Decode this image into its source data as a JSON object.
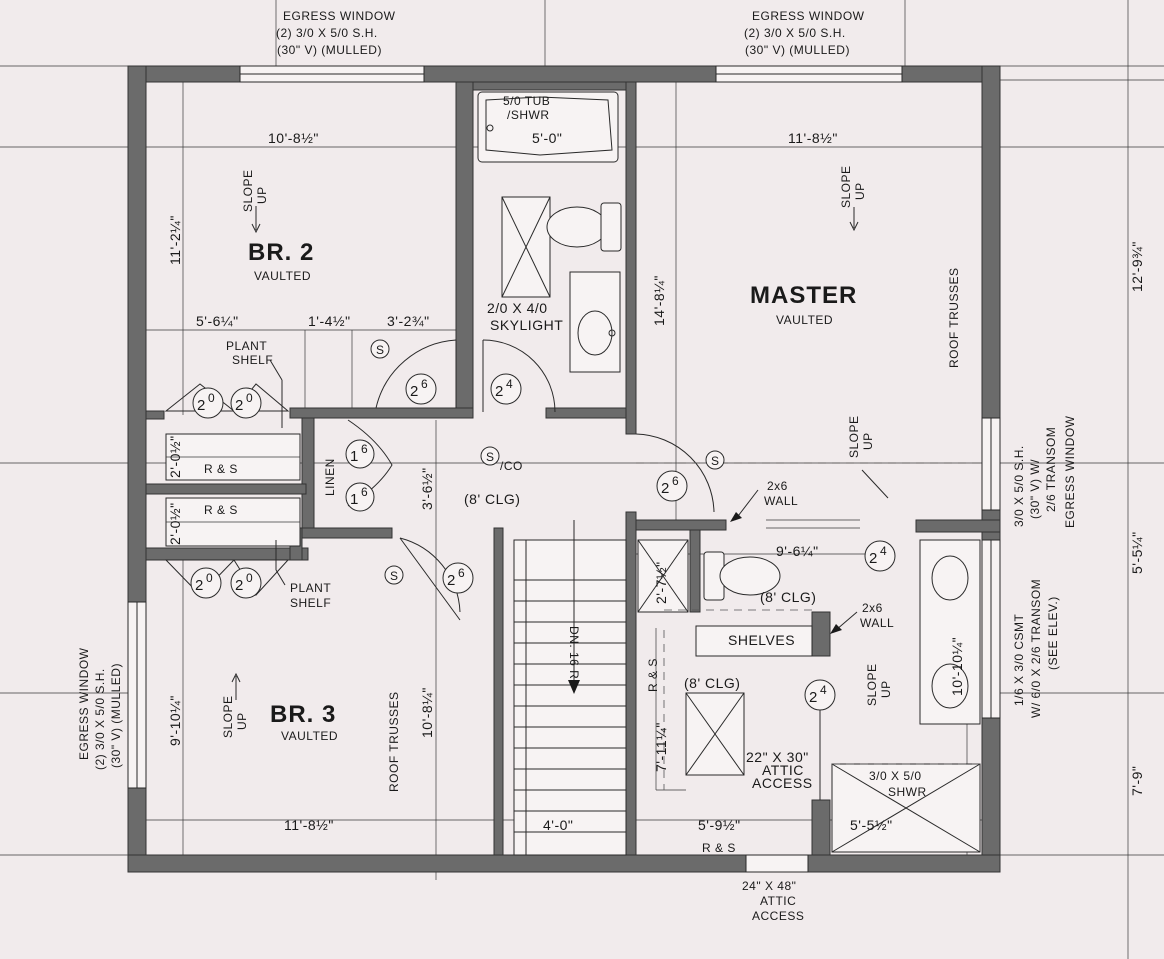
{
  "rooms": {
    "br2": {
      "name": "BR. 2",
      "sub": "VAULTED"
    },
    "br3": {
      "name": "BR. 3",
      "sub": "VAULTED"
    },
    "master": {
      "name": "MASTER",
      "sub": "VAULTED"
    }
  },
  "windows": {
    "top_left": [
      "EGRESS WINDOW",
      "(2) 3/0 X 5/0 S.H.",
      "(30\" V) (MULLED)"
    ],
    "top_right": [
      "EGRESS WINDOW",
      "(2) 3/0 X 5/0 S.H.",
      "(30\" V) (MULLED)"
    ],
    "left": [
      "EGRESS WINDOW",
      "(2) 3/0 X 5/0 S.H.",
      "(30\" V) (MULLED)"
    ],
    "right_upper": [
      "3/0 X 5/0 S.H.",
      "(30\" V) W/",
      "2/6 TRANSOM",
      "EGRESS WINDOW"
    ],
    "right_lower": [
      "1/6 X 3/0 CSMT",
      "W/ 6/0 X 2/6 TRANSOM",
      "(SEE ELEV.)"
    ]
  },
  "dimensions": {
    "br2_width": "10'-8½\"",
    "br2_depth": "11'-2¼\"",
    "tub_width": "5'-0\"",
    "master_width": "11'-8½\"",
    "master_depth": "14'-8¼\"",
    "right_upper": "12'-9¾\"",
    "right_mid": "5'-5¼\"",
    "right_lower": "7'-9\"",
    "d_5_6": "5'-6¼\"",
    "d_1_4": "1'-4½\"",
    "d_3_2": "3'-2¾\"",
    "closet1": "2'-0½\"",
    "closet2": "2'-0½\"",
    "hall_depth": "3'-6½\"",
    "br3_depth_left": "9'-10¼\"",
    "br3_depth": "10'-8¼\"",
    "br3_width": "11'-8½\"",
    "stair_width": "4'-0\"",
    "small_closet": "2'-7½\"",
    "closet_depth": "7'-11¼\"",
    "bath_width": "9'-6¼\"",
    "vanity_len": "10'-10¼\"",
    "closet_width": "5'-9½\"",
    "shower_width": "5'-5½\""
  },
  "labels": {
    "tub": [
      "5/0 TUB",
      "/SHWR"
    ],
    "skylight": [
      "2/0 X 4/0",
      "SKYLIGHT"
    ],
    "plant_shelf_top": [
      "PLANT",
      "SHELF"
    ],
    "plant_shelf_bottom": [
      "PLANT",
      "SHELF"
    ],
    "linen": "LINEN",
    "rs": "R & S",
    "clg": "(8' CLG)",
    "wall_2x6": [
      "2x6",
      "WALL"
    ],
    "shelves": "SHELVES",
    "attic_access_closet": [
      "22\" X 30\"",
      "ATTIC",
      "ACCESS"
    ],
    "attic_access_bottom": [
      "24\" X 48\"",
      "ATTIC",
      "ACCESS"
    ],
    "shower": [
      "3/0 X 5/0",
      "SHWR"
    ],
    "stairs": "DN. 16 R",
    "slope": [
      "SLOPE",
      "UP"
    ],
    "roof_trusses": "ROOF TRUSSES",
    "s": "S",
    "sco": "S",
    "sco_suffix": "/CO"
  },
  "doors": {
    "d20": "2",
    "d20_sup": "0",
    "d26": "2",
    "d26_sup": "6",
    "d24": "2",
    "d24_sup": "4",
    "d16": "1",
    "d16_sup": "6"
  }
}
